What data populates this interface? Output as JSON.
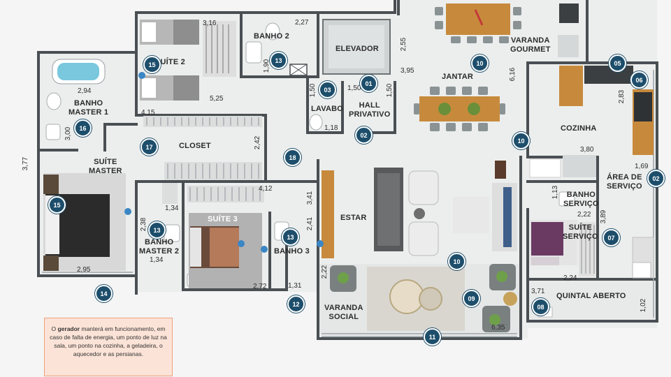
{
  "rooms": [
    {
      "id": "suite2",
      "label": "SUÍTE 2"
    },
    {
      "id": "banho2",
      "label": "BANHO 2"
    },
    {
      "id": "elevador",
      "label": "ELEVADOR"
    },
    {
      "id": "varanda_gourmet",
      "label": "VARANDA\nGOURMET"
    },
    {
      "id": "jantar",
      "label": "JANTAR"
    },
    {
      "id": "banho_master1",
      "label": "BANHO\nMASTER 1"
    },
    {
      "id": "lavabo",
      "label": "LAVABO"
    },
    {
      "id": "hall_privativo",
      "label": "HALL\nPRIVATIVO"
    },
    {
      "id": "cozinha",
      "label": "COZINHA"
    },
    {
      "id": "closet",
      "label": "CLOSET"
    },
    {
      "id": "suite_master",
      "label": "SUÍTE\nMASTER"
    },
    {
      "id": "area_servico",
      "label": "ÁREA DE\nSERVIÇO"
    },
    {
      "id": "banho_servico",
      "label": "BANHO\nSERVIÇO"
    },
    {
      "id": "suite3",
      "label": "SUÍTE 3"
    },
    {
      "id": "estar",
      "label": "ESTAR"
    },
    {
      "id": "banho_master2",
      "label": "BANHO\nMASTER 2"
    },
    {
      "id": "banho3",
      "label": "BANHO 3"
    },
    {
      "id": "suite_servico",
      "label": "SUÍTE\nSERVIÇO"
    },
    {
      "id": "quintal_aberto",
      "label": "QUINTAL ABERTO"
    },
    {
      "id": "varanda_social",
      "label": "VARANDA\nSOCIAL"
    }
  ],
  "dimensions": [
    "3,16",
    "2,27",
    "2,55",
    "5,25",
    "1,50",
    "1,50",
    "1,50",
    "3,95",
    "6,16",
    "2,94",
    "1,90",
    "4,15",
    "1,18",
    "2,83",
    "3,00",
    "2,42",
    "3,80",
    "1,69",
    "3,77",
    "4,12",
    "1,13",
    "2,22",
    "3,89",
    "1,34",
    "2,38",
    "3,41",
    "2,41",
    "1,34",
    "2,95",
    "2,72",
    "1,31",
    "2,22",
    "3,71",
    "2,24",
    "1,02",
    "6,35"
  ],
  "markers": [
    "15",
    "13",
    "01",
    "10",
    "05",
    "06",
    "03",
    "02",
    "16",
    "17",
    "18",
    "10",
    "02",
    "15",
    "13",
    "13",
    "07",
    "10",
    "14",
    "12",
    "09",
    "08",
    "11"
  ],
  "note": {
    "prefix": "O ",
    "highlight": "gerador",
    "text": " manterá em funcionamento, em caso de falta de energia, um ponto de luz na sala, um ponto na cozinha, a geladeira, o aquecedor e as persianas."
  },
  "colors": {
    "wall": "#4a4f53",
    "floor": "#eceeed",
    "badge": "#1d4e6b",
    "note_bg": "#fbe3d7",
    "note_border": "#f0a07c",
    "wood": "#c78a3c"
  }
}
